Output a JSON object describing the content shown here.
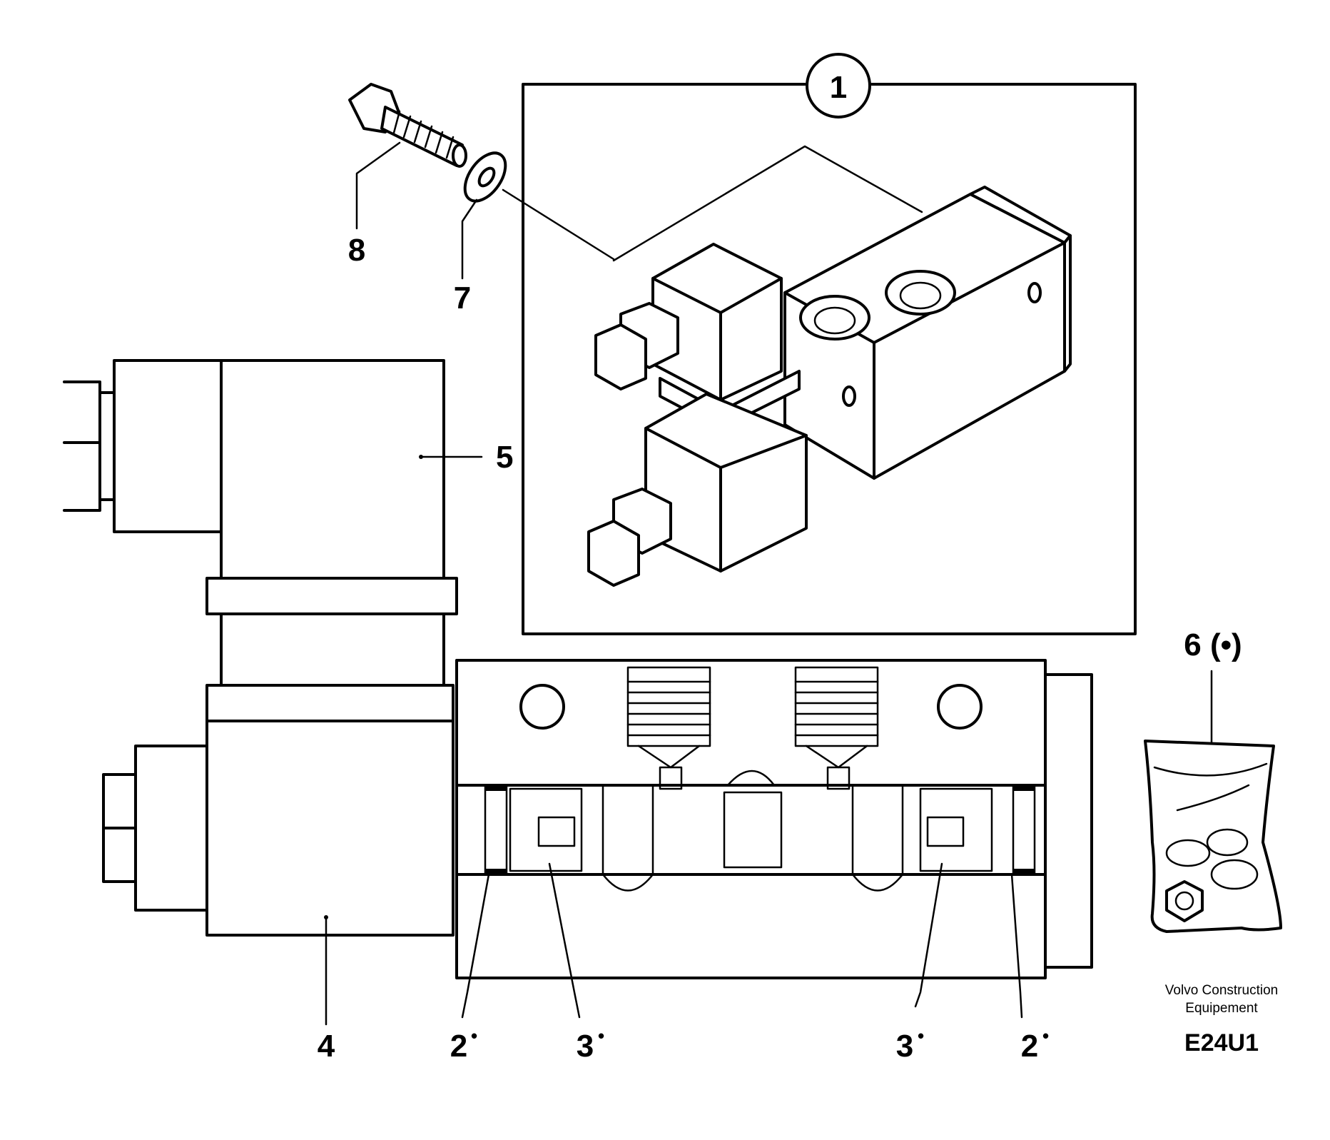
{
  "labels": {
    "l1": "1",
    "l2_left": "2",
    "l2_right": "2",
    "l3_left": "3",
    "l3_right": "3",
    "l4": "4",
    "l5": "5",
    "l6": "6 (•)",
    "l7": "7",
    "l8": "8",
    "marker": "•"
  },
  "credit": {
    "line1": "Volvo Construction",
    "line2": "Equipement"
  },
  "figure_code": "E24U1",
  "icons": [
    "bolt-icon",
    "washer-icon",
    "solenoid-valve-icon",
    "parts-bag-icon"
  ]
}
